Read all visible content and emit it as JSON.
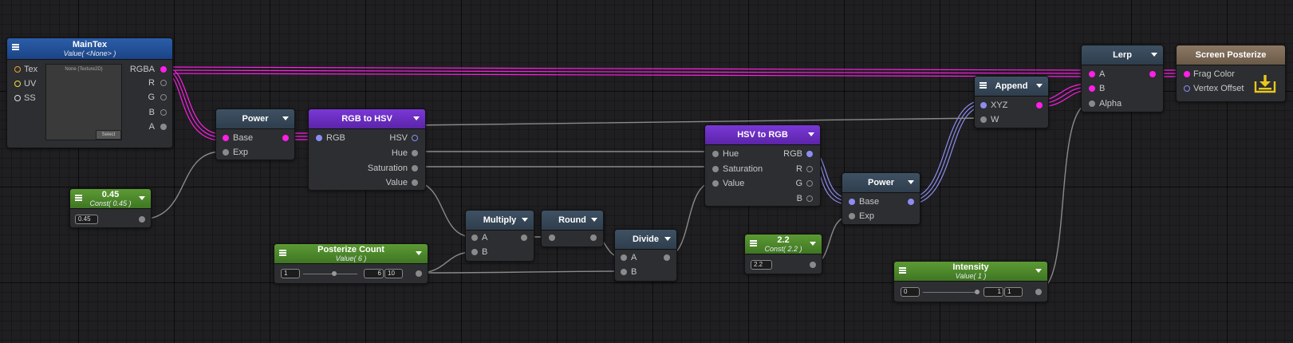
{
  "nodes": {
    "maintex": {
      "title": "MainTex",
      "subtitle": "Value( <None> )",
      "ports": {
        "tex": "Tex",
        "uv": "UV",
        "ss": "SS",
        "rgba": "RGBA",
        "r": "R",
        "g": "G",
        "b": "B",
        "a": "A"
      },
      "preview_label": "None (Texture2D)",
      "select_label": "Select"
    },
    "power1": {
      "title": "Power",
      "ports": {
        "base": "Base",
        "exp": "Exp"
      }
    },
    "rgb_to_hsv": {
      "title": "RGB to HSV",
      "ports": {
        "rgb": "RGB",
        "hsv": "HSV",
        "hue": "Hue",
        "saturation": "Saturation",
        "value": "Value"
      }
    },
    "const045": {
      "title": "0.45",
      "subtitle": "Const( 0.45 )",
      "value": "0.45"
    },
    "posterize_count": {
      "title": "Posterize Count",
      "subtitle": "Value( 6 )",
      "min": "1",
      "value": "6",
      "max": "10"
    },
    "multiply": {
      "title": "Multiply",
      "ports": {
        "a": "A",
        "b": "B"
      }
    },
    "round": {
      "title": "Round"
    },
    "divide": {
      "title": "Divide",
      "ports": {
        "a": "A",
        "b": "B"
      }
    },
    "hsv_to_rgb": {
      "title": "HSV to RGB",
      "ports": {
        "hue": "Hue",
        "saturation": "Saturation",
        "value": "Value",
        "rgb": "RGB",
        "r": "R",
        "g": "G",
        "b": "B"
      }
    },
    "power2": {
      "title": "Power",
      "ports": {
        "base": "Base",
        "exp": "Exp"
      }
    },
    "const22": {
      "title": "2.2",
      "subtitle": "Const( 2.2 )",
      "value": "2.2"
    },
    "append": {
      "title": "Append",
      "ports": {
        "xyz": "XYZ",
        "w": "W"
      }
    },
    "lerp": {
      "title": "Lerp",
      "ports": {
        "a": "A",
        "b": "B",
        "alpha": "Alpha"
      }
    },
    "intensity": {
      "title": "Intensity",
      "subtitle": "Value( 1 )",
      "min": "0",
      "value": "1",
      "max": "1"
    },
    "output": {
      "title": "Screen Posterize",
      "ports": {
        "frag": "Frag Color",
        "vertex": "Vertex Offset"
      }
    }
  },
  "colors": {
    "wire_gray": "#8a8a8a",
    "wire_pink": "#ff1fe6",
    "wire_blue": "#8d8cf0",
    "canvas": "#1f1f21"
  },
  "icons": {
    "menu": "hamburger-menu-icon",
    "dropdown": "dropdown-arrow-icon",
    "output": "download-output-icon"
  }
}
